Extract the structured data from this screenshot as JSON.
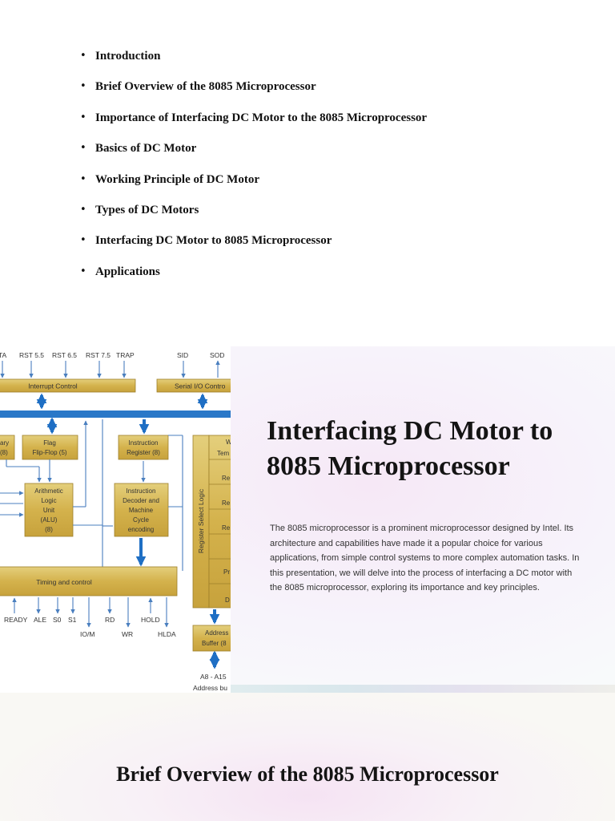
{
  "agenda": {
    "items": [
      "Introduction",
      "Brief Overview of the 8085 Microprocessor",
      "Importance of Interfacing DC Motor to the 8085 Microprocessor",
      "Basics of DC Motor",
      "Working Principle of DC Motor",
      "Types of DC Motors",
      "Interfacing DC Motor to 8085 Microprocessor",
      "Applications"
    ]
  },
  "intro": {
    "title_line1": "Interfacing DC Motor to",
    "title_line2": "8085 Microprocessor",
    "description": "The 8085 microprocessor is a prominent microprocessor designed by Intel. Its architecture and capabilities have made it a popular choice for various applications, from simple control systems to more complex automation tasks. In this presentation, we will delve into the process of interfacing a DC motor with the 8085 microprocessor, exploring its importance and key principles."
  },
  "diagram": {
    "top_pins": [
      "TA",
      "RST 5.5",
      "RST 6.5",
      "RST 7.5",
      "TRAP",
      "SID",
      "SOD"
    ],
    "blocks": {
      "interrupt_control": "Interrupt Control",
      "serial_io": "Serial I/O Contro",
      "accumulator_l1": "ary",
      "accumulator_l2": "(8)",
      "flag_l1": "Flag",
      "flag_l2": "Flip-Flop (5)",
      "instr_reg_l1": "Instruction",
      "instr_reg_l2": "Register (8)",
      "alu_l1": "Arithmetic",
      "alu_l2": "Logic",
      "alu_l3": "Unit",
      "alu_l4": "(ALU)",
      "alu_l5": "(8)",
      "decoder_l1": "Instruction",
      "decoder_l2": "Decoder and",
      "decoder_l3": "Machine",
      "decoder_l4": "Cycle",
      "decoder_l5": "encoding",
      "register_select": "Register Select Logic",
      "timing": "Timing and control",
      "addr_buf_l1": "Address",
      "addr_buf_l2": "Buffer (8",
      "reg_w": "W",
      "reg_tem": "Tem",
      "reg_re1": "Re",
      "reg_re2": "Re",
      "reg_re3": "Re",
      "reg_pr": "Pr",
      "reg_d": "D"
    },
    "bottom_pins_row1": [
      "READY",
      "ALE",
      "S0",
      "S1",
      "RD",
      "HOLD"
    ],
    "bottom_pins_row2": [
      "IO/M",
      "WR",
      "HLDA"
    ],
    "address_l1": "A8 - A15",
    "address_l2": "Address bu"
  },
  "overview": {
    "title": "Brief Overview of the 8085 Microprocessor"
  }
}
